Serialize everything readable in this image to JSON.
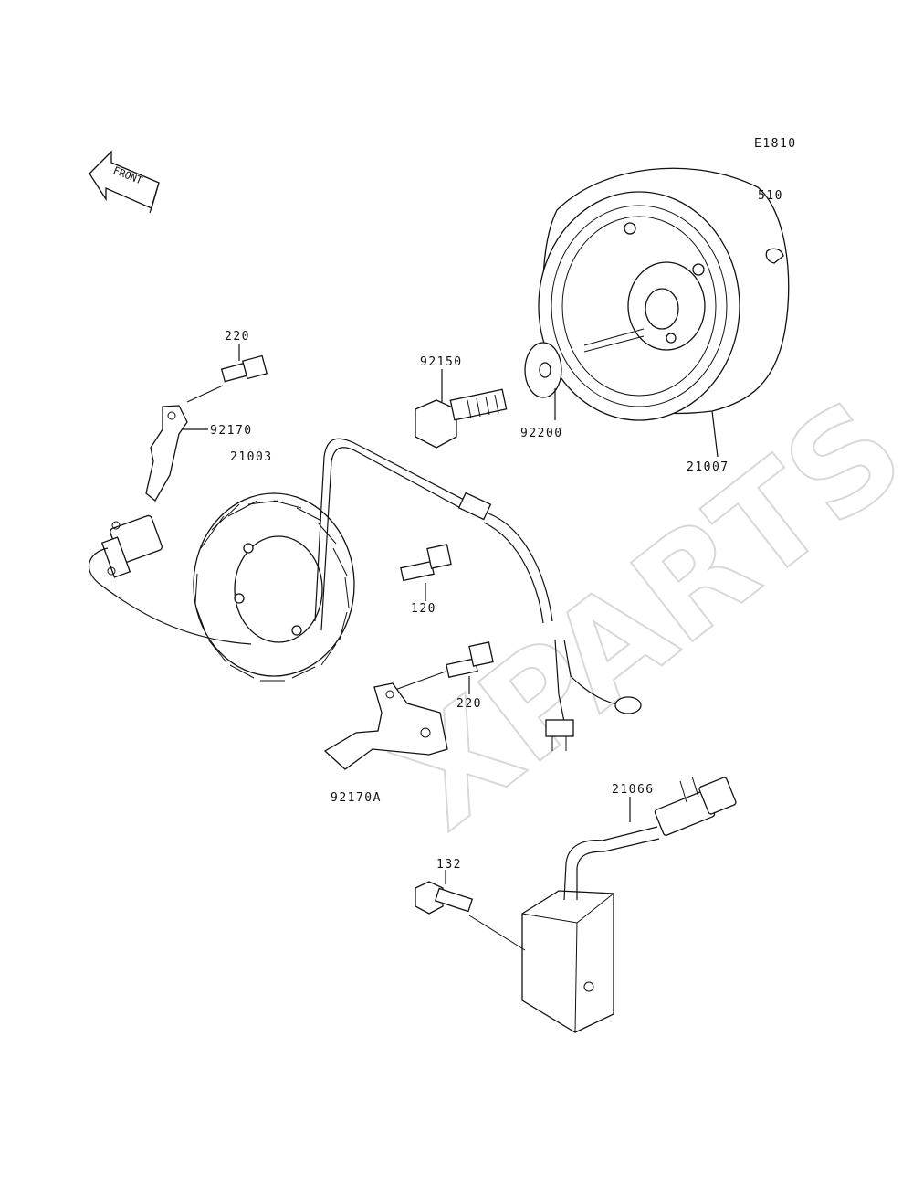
{
  "diagram": {
    "code": "E1810",
    "front_arrow_text": "FRONT",
    "watermark": "XPARTS",
    "parts": [
      {
        "key": "p510",
        "number": "510"
      },
      {
        "key": "p21007",
        "number": "21007"
      },
      {
        "key": "p92200",
        "number": "92200"
      },
      {
        "key": "p92150",
        "number": "92150"
      },
      {
        "key": "p220a",
        "number": "220"
      },
      {
        "key": "p92170",
        "number": "92170"
      },
      {
        "key": "p21003",
        "number": "21003"
      },
      {
        "key": "p120",
        "number": "120"
      },
      {
        "key": "p220b",
        "number": "220"
      },
      {
        "key": "p92170A",
        "number": "92170A"
      },
      {
        "key": "p21066",
        "number": "21066"
      },
      {
        "key": "p132",
        "number": "132"
      }
    ]
  }
}
